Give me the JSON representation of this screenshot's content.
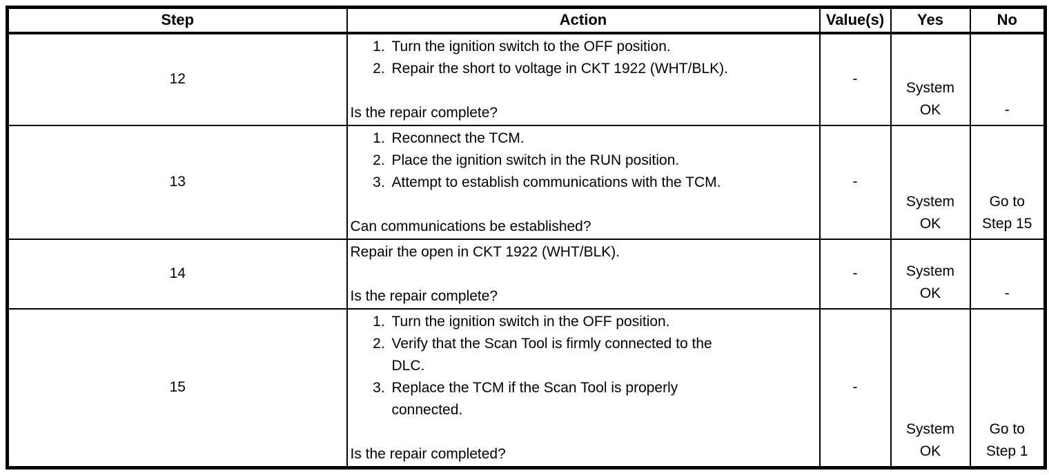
{
  "table": {
    "headers": {
      "step": "Step",
      "action": "Action",
      "values": "Value(s)",
      "yes": "Yes",
      "no": "No"
    },
    "rows": [
      {
        "step": "12",
        "action_items": [
          "Turn the ignition switch to the OFF position.",
          "Repair the short to voltage in CKT 1922 (WHT/BLK)."
        ],
        "question": "Is the repair complete?",
        "value": "-",
        "yes": "System\nOK",
        "no": "-"
      },
      {
        "step": "13",
        "action_items": [
          "Reconnect the TCM.",
          "Place the ignition switch in the RUN position.",
          "Attempt to establish communications with the TCM."
        ],
        "question": "Can communications be established?",
        "value": "-",
        "yes": "System\nOK",
        "no": "Go to\nStep 15"
      },
      {
        "step": "14",
        "action_text": "Repair the open in CKT 1922 (WHT/BLK).",
        "question": "Is the repair complete?",
        "value": "-",
        "yes": "System\nOK",
        "no": "-"
      },
      {
        "step": "15",
        "action_items": [
          "Turn the ignition switch in the OFF position.",
          "Verify that the Scan Tool is firmly connected to the\nDLC.",
          "Replace the TCM if the Scan Tool is properly\nconnected."
        ],
        "question": "Is the repair completed?",
        "value": "-",
        "yes": "System\nOK",
        "no": "Go to\nStep 1"
      }
    ]
  }
}
